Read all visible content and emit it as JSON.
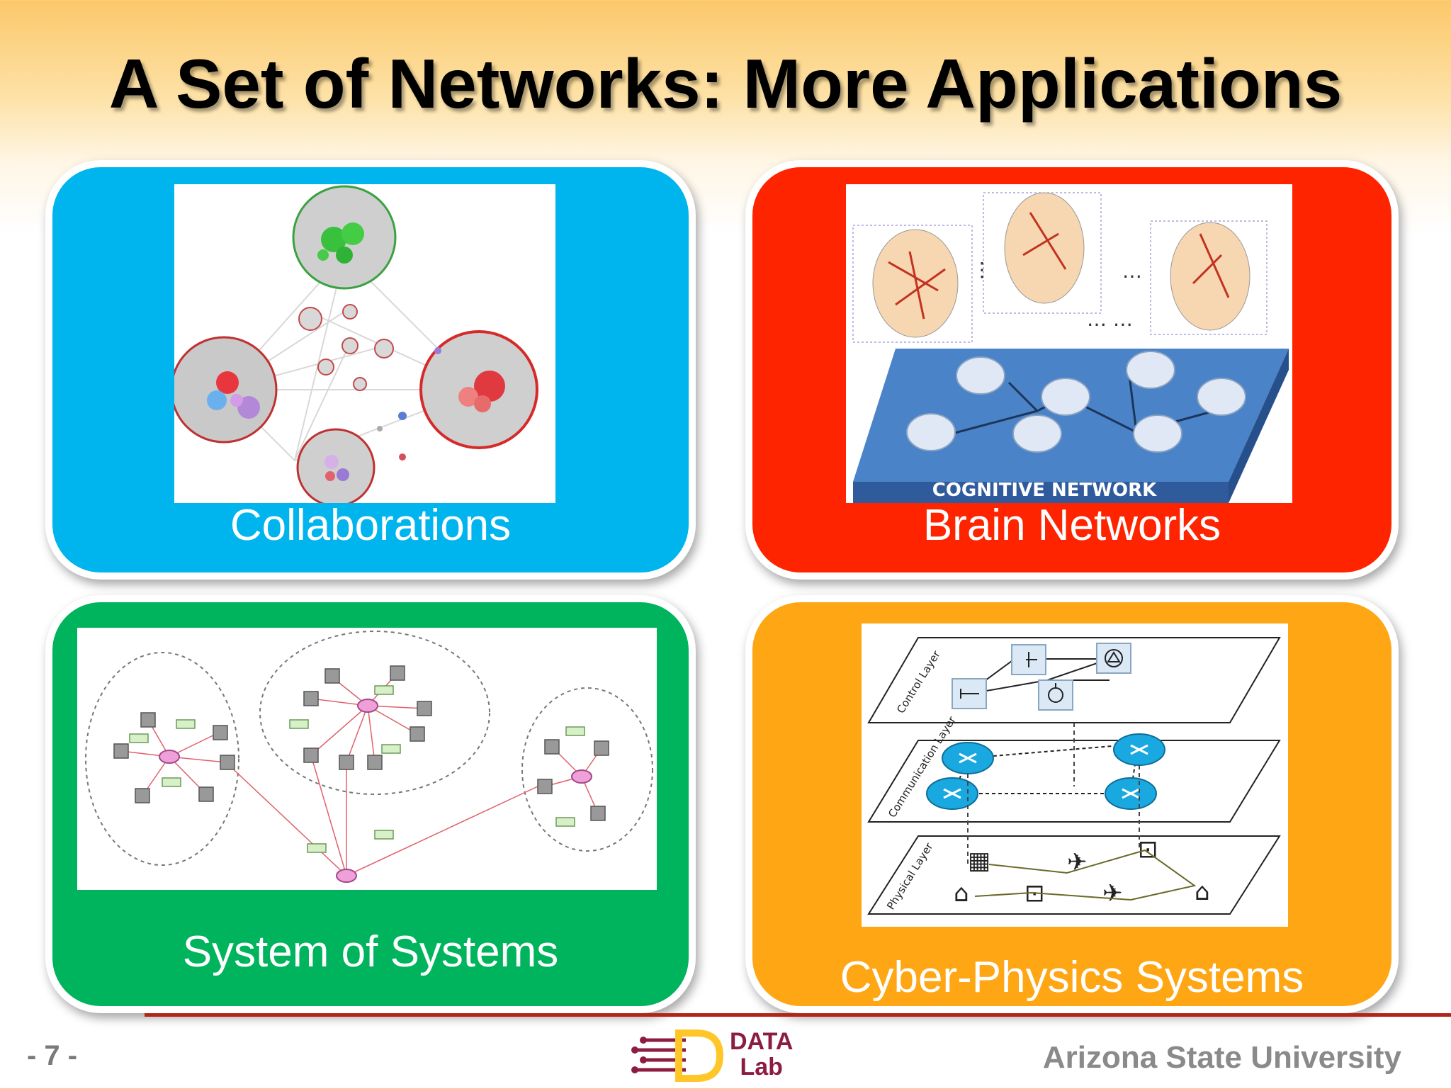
{
  "slide": {
    "title": "A Set of Networks: More Applications",
    "page_number": "- 7 -",
    "institution": "Arizona State University"
  },
  "logo": {
    "line1": "DATA",
    "line2": "Lab"
  },
  "panels": {
    "collaborations": {
      "caption": "Collaborations",
      "color": "#00b4ee"
    },
    "brain": {
      "caption": "Brain Networks",
      "color": "#ff2400",
      "network_label": "COGNITIVE NETWORK"
    },
    "sos": {
      "caption": "System of Systems",
      "color": "#00b45d"
    },
    "cps": {
      "caption": "Cyber-Physics Systems",
      "color": "#fea614",
      "layers": [
        "Control Layer",
        "Communication Layer",
        "Physical Layer"
      ]
    }
  },
  "colors": {
    "footer_line": "#b0261c",
    "logo_maroon": "#8c1d40",
    "logo_gold": "#ffc627"
  }
}
